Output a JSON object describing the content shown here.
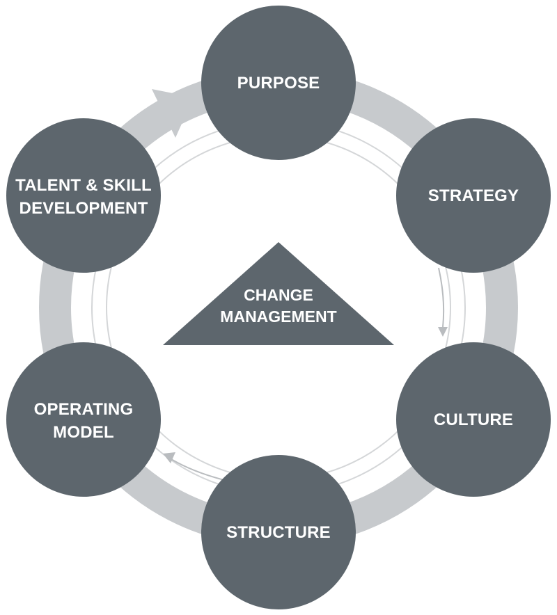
{
  "colors": {
    "node_fill": "#5d666d",
    "ring_band": "#c7cacd",
    "inner_ring": "#d2d4d6",
    "arrow_thin": "#b9bcbf",
    "label": "#ffffff"
  },
  "center": {
    "line1": "CHANGE",
    "line2": "MANAGEMENT"
  },
  "nodes": [
    {
      "id": "purpose",
      "lines": [
        "PURPOSE"
      ]
    },
    {
      "id": "strategy",
      "lines": [
        "STRATEGY"
      ]
    },
    {
      "id": "culture",
      "lines": [
        "CULTURE"
      ]
    },
    {
      "id": "structure",
      "lines": [
        "STRUCTURE"
      ]
    },
    {
      "id": "operating-model",
      "lines": [
        "OPERATING",
        "MODEL"
      ]
    },
    {
      "id": "talent-skill",
      "lines": [
        "TALENT & SKILL",
        "DEVELOPMENT"
      ]
    }
  ]
}
